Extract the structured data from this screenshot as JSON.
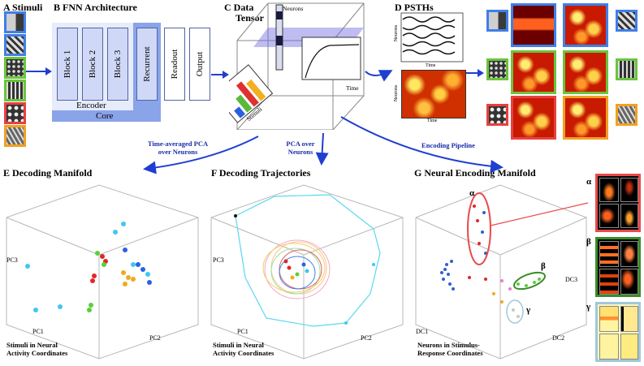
{
  "panels": {
    "a": {
      "title": "A  Stimuli"
    },
    "b": {
      "title": "B  FNN Architecture",
      "blocks": [
        "Block 1",
        "Block 2",
        "Block 3",
        "Recurrent",
        "Readout",
        "Output"
      ],
      "encoder": "Encoder",
      "core": "Core"
    },
    "c": {
      "title_line1": "C  Data",
      "title_line2": "Tensor",
      "neurons": "Neurons",
      "time": "Time",
      "stimuli": "Stimuli"
    },
    "d": {
      "title": "D  PSTHs",
      "neurons_axis": "Neurons",
      "time_axis": "Time"
    },
    "e": {
      "title": "E  Decoding Manifold",
      "pc1": "PC1",
      "pc2": "PC2",
      "pc3": "PC3",
      "caption_line1": "Stimuli in Neural",
      "caption_line2": "Activity Coordinates"
    },
    "f": {
      "title": "F  Decoding Trajectories",
      "pc1": "PC1",
      "pc2": "PC2",
      "pc3": "PC3",
      "caption_line1": "Stimuli in Neural",
      "caption_line2": "Activity Coordinates"
    },
    "g": {
      "title": "G  Neural Encoding Manifold",
      "dc1": "DC1",
      "dc2": "DC2",
      "dc3": "DC3",
      "caption_line1": "Neurons in Stimulus-",
      "caption_line2": "Response Coordinates",
      "alpha": "α",
      "beta": "β",
      "gamma": "γ"
    }
  },
  "arrows": {
    "time_avg_line1": "Time-averaged PCA",
    "time_avg_line2": "over Neurons",
    "pca_line1": "PCA over",
    "pca_line2": "Neurons",
    "encoding": "Encoding Pipeline"
  },
  "colors": {
    "blue_label": "#1a2ea8",
    "arrow": "#1f3fd0",
    "block_fill": "#cfd8f6",
    "encoder_fill": "#e6ecfb",
    "core_fill": "#8aa4ea"
  }
}
